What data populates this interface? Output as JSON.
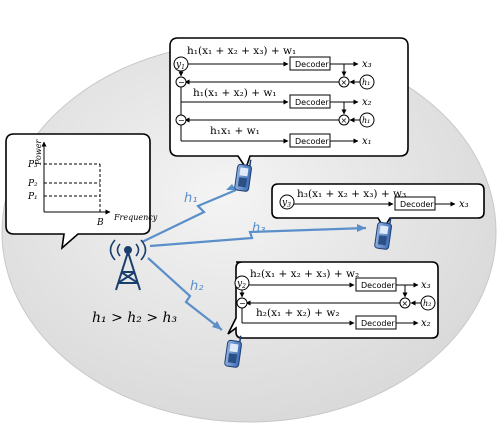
{
  "bubble_top": {
    "y_label": "y",
    "y_sub": "1",
    "row1": "h₁(x₁ + x₂ + x₃) + w₁",
    "row2": "h₁(x₁ + x₂) + w₁",
    "row3": "h₁x₁ + w₁",
    "decoder": "Decoder",
    "x3": "x₃",
    "x2": "x₂",
    "x1": "x₁",
    "h_a": "h₁",
    "h_b": "h₁",
    "minus": "−",
    "times": "×"
  },
  "bubble_mid": {
    "y_label": "y",
    "y_sub": "3",
    "row1": "h₃(x₁ + x₂ + x₃) + w₃",
    "decoder": "Decoder",
    "x3": "x₃"
  },
  "bubble_bot": {
    "y_label": "y",
    "y_sub": "2",
    "row1": "h₂(x₁ + x₂ + x₃) + w₂",
    "row2": "h₂(x₁ + x₂) + w₂",
    "decoder": "Decoder",
    "x3": "x₃",
    "x2": "x₂",
    "h": "h₂",
    "minus": "−",
    "times": "×"
  },
  "power_chart": {
    "ylabel": "Power",
    "xlabel": "Frequency",
    "p3": "P₃",
    "p2": "P₂",
    "p1": "P₁",
    "b": "B"
  },
  "channels": {
    "h1": "h₁",
    "h2": "h₂",
    "h3": "h₃"
  },
  "relation": "h₁ > h₂ > h₃",
  "colors": {
    "ellipse": "#e6e6e6",
    "channel": "#5b8fc9",
    "phone": "#6a8cc8",
    "tower": "#1a3f6e"
  }
}
